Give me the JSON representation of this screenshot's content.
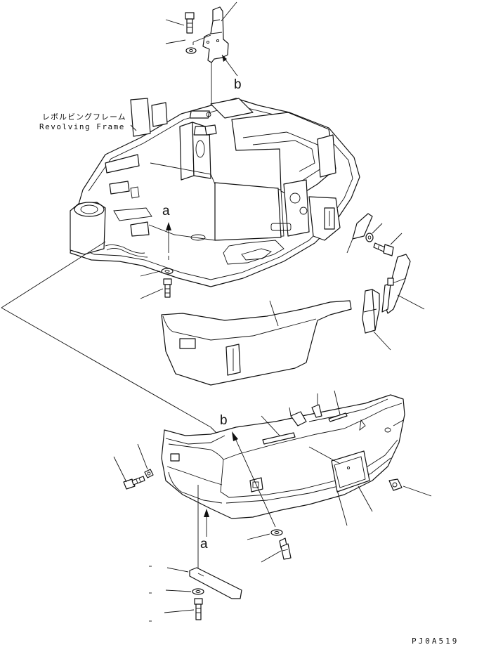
{
  "labels": {
    "frame_jp": "レボルビングフレーム",
    "frame_en": "Revolving Frame",
    "b_top": "b",
    "a_frame": "a",
    "b_bottom": "b",
    "a_bottom": "a",
    "drawing_code": "PJ0A519"
  }
}
